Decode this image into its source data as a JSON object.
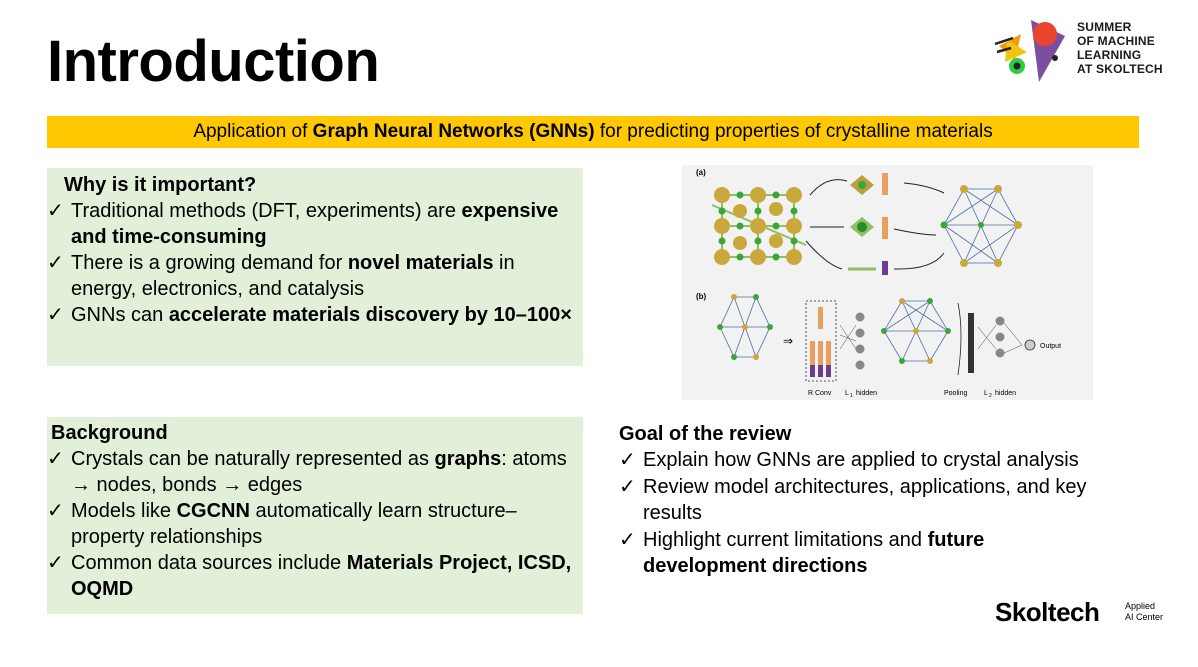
{
  "slide": {
    "title": "Introduction",
    "banner": {
      "prefix": "Application of ",
      "bold": "Graph Neural Networks (GNNs)",
      "suffix": " for predicting properties of crystalline materials"
    }
  },
  "logo": {
    "lines": [
      "SUMMER",
      "OF MACHINE",
      "LEARNING",
      "AT SKOLTECH"
    ],
    "colors": {
      "purple": "#7b4fa0",
      "red": "#e8452c",
      "orange": "#f39c12",
      "yellow": "#f1c40f",
      "green": "#2ecc40"
    }
  },
  "why_box": {
    "heading": "Why is it important?",
    "items": [
      {
        "plain": "Traditional methods (DFT, experiments) are ",
        "bold": "expensive and time-consuming",
        "after": ""
      },
      {
        "plain": "There is a growing demand for ",
        "bold": "novel materials",
        "after": " in energy, electronics, and catalysis"
      },
      {
        "plain": "GNNs can ",
        "bold": "accelerate materials discovery by 10–100×",
        "after": ""
      }
    ]
  },
  "background_box": {
    "heading": "Background",
    "items": [
      {
        "plain": "Crystals can be naturally represented as ",
        "bold": "graphs",
        "after": ": atoms → nodes, bonds → edges"
      },
      {
        "plain": "Models like ",
        "bold": "CGCNN",
        "after": " automatically learn structure–property relationships"
      },
      {
        "plain": "Common data sources include ",
        "bold": "Materials Project, ICSD, OQMD",
        "after": ""
      }
    ]
  },
  "goal": {
    "heading": "Goal of the review",
    "items": [
      {
        "plain": "Explain how GNNs are applied to crystal analysis",
        "bold": "",
        "after": ""
      },
      {
        "plain": "Review model architectures, applications, and key results",
        "bold": "",
        "after": ""
      },
      {
        "plain": "Highlight current limitations and ",
        "bold": "future development directions",
        "after": ""
      }
    ]
  },
  "figure": {
    "panel_a": "(a)",
    "panel_b": "(b)",
    "labels": {
      "rconv": "R Conv",
      "l1": "L",
      "l1_sub": "1",
      "hidden1": "hidden",
      "pooling": "Pooling",
      "l2": "L",
      "l2_sub": "2",
      "hidden2": "hidden",
      "output": "Output"
    },
    "arrow": "⇒"
  },
  "check_mark": "✓",
  "footer": {
    "brand": "Skoltech",
    "sub1": "Applied",
    "sub2": "AI Center"
  }
}
